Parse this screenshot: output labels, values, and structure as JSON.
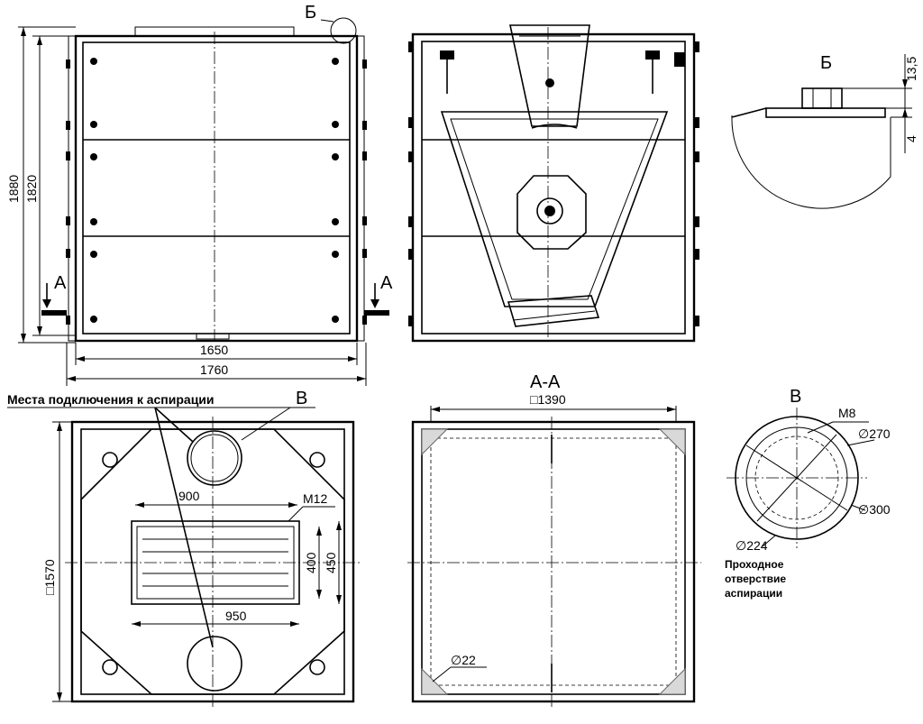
{
  "view_labels": {
    "detail_b_mark": "Б",
    "detail_b_title": "Б",
    "section_a_left": "А",
    "section_a_right": "А",
    "section_aa_title": "А-А",
    "detail_v_mark": "В",
    "detail_v_title": "В"
  },
  "dimensions": {
    "height_total": "1880",
    "height_inner": "1820",
    "width_inner": "1650",
    "width_total": "1760",
    "detail_b_13_5": "13,5",
    "detail_b_4": "4",
    "square_1390": "□1390",
    "square_1570": "□1570",
    "dim_900": "900",
    "dim_950": "950",
    "dim_400": "400",
    "dim_450": "450",
    "thread_m12": "М12",
    "thread_m8": "М8",
    "dia_270": "∅270",
    "dia_300": "∅300",
    "dia_224": "∅224",
    "dia_22": "∅22"
  },
  "annotations": {
    "aspiration_points": "Места подключения к аспирации",
    "aspiration_hole_line1": "Проходное",
    "aspiration_hole_line2": "отверствие",
    "aspiration_hole_line3": "аспирации"
  }
}
